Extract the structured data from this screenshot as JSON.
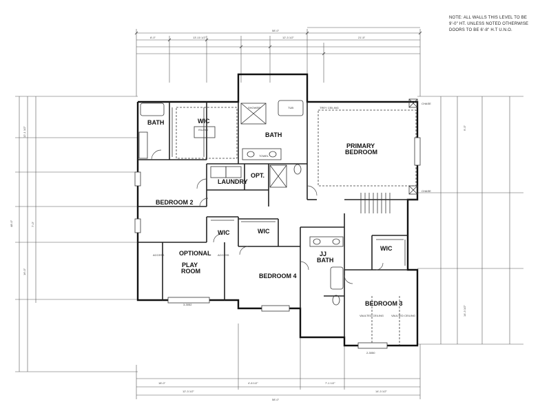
{
  "note": {
    "line1": "NOTE: ALL WALLS THIS LEVEL TO BE",
    "line2": "9'-0\" HT. UNLESS NOTED OTHERWISE",
    "line3": "DOORS TO BE 6'-8\" H.T U.N.O."
  },
  "rooms": {
    "wic_top": "WIC",
    "bath_left": "BATH",
    "bath_center": "BATH",
    "primary_line1": "PRIMARY",
    "primary_line2": "BEDROOM",
    "laundry": "LAUNDRY",
    "opt": "OPT.",
    "bedroom2": "BEDROOM 2",
    "wic_mid_left": "WIC",
    "wic_mid_right": "WIC",
    "wic_right": "WIC",
    "play_line1": "PLAY",
    "play_line2": "ROOM",
    "optional": "OPTIONAL",
    "jj_line1": "JJ",
    "jj_line2": "BATH",
    "bedroom4": "BEDROOM 4",
    "bedroom3": "BEDROOM 3"
  },
  "labels": {
    "trey_ceiling": "TREY CEILING",
    "chase_top": "CHASE",
    "chase_mid": "CHASE",
    "shower": "SHOWER",
    "tub": "TUB",
    "island": "ISLAND",
    "towel": "TOWEL",
    "access_left": "ACCESS",
    "access_right": "ACCESS",
    "vaulted_ceiling_left": "VAULTED CEILING",
    "vaulted_ceiling_right": "VAULTED CEILING",
    "window_bottom": "2-3050",
    "window_play": "3-3052"
  },
  "dims": {
    "top_overall": "58'-0\"",
    "top_a": "8'-0\"",
    "top_b": "13'-10 1/2\"",
    "top_c": "21'-5\"",
    "top_d": "12'-3 1/2\"",
    "bottom_overall": "58'-0\"",
    "bottom_a": "18'-0\"",
    "bottom_b": "12'-3 1/2\"",
    "bottom_c": "14'-3 1/2\"",
    "bottom_d": "4'-8 1/2\"",
    "bottom_e": "7'-1 1/2\"",
    "left_overall": "48'-0\"",
    "left_a": "16'-0\"",
    "left_b": "7'-0\"",
    "left_c": "12'-1 1/2\"",
    "right_a": "9'-0\"",
    "right_b": "14'-3 1/2\""
  }
}
